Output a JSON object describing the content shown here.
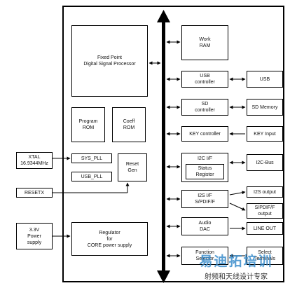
{
  "diagram": {
    "dsp": "Fixed Point\nDigital Signal Processor",
    "program_rom": "Program\nROM",
    "coeff_rom": "Coeff\nROM",
    "sys_pll": "SYS_PLL",
    "usb_pll": "USB_PLL",
    "reset_gen": "Reset\nGen",
    "regulator": "Regulator\nfor\nCORE power supply",
    "work_ram": "Work\nRAM",
    "usb_controller": "USB\ncontroller",
    "sd_controller": "SD\ncontroller",
    "key_controller": "KEY controller",
    "i2c_if": "I2C I/F",
    "status_register": "Status\nRegistor",
    "i2s_if": "I2S I/F\nS/PDIF/F",
    "audio_dac": "Audio\nDAC",
    "function_selector": "Function\nSelector",
    "xtal": "XTAL\n16.9344MHz",
    "resetx": "RESETX",
    "power_supply": "3.3V\nPower\nsupply",
    "usb": "USB",
    "sd_memory": "SD Memory",
    "key_input": "KEY Input",
    "i2c_bus": "I2C-Bus",
    "i2s_output": "I2S output",
    "spdif_output": "S/PDIF/F\noutput",
    "line_out": "LINE OUT",
    "select_terminals": "Select\nTerminals"
  },
  "watermark": {
    "main": "易迪拓培训",
    "sub": "射频和天线设计专家"
  },
  "colors": {
    "watermark": "#2f86c9",
    "line": "#000000"
  }
}
